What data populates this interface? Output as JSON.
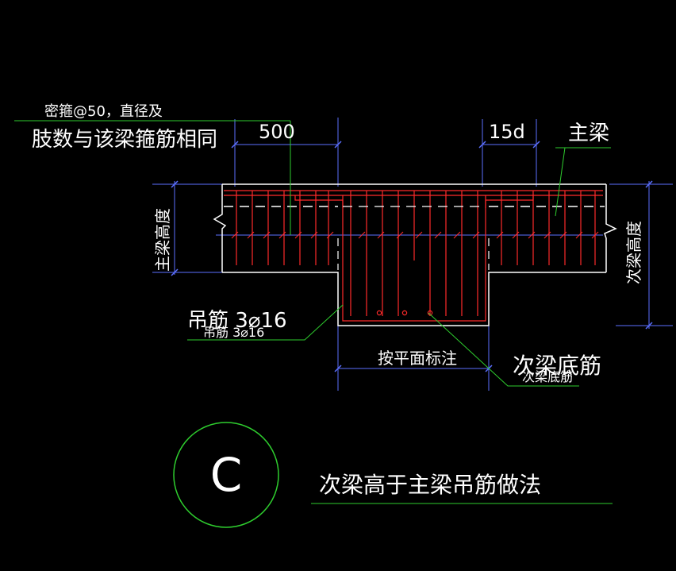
{
  "colors": {
    "background": "#000000",
    "text": "#ffffff",
    "dimension": "#5b6fff",
    "leader": "#2ecc2e",
    "rebar": "#ff2a2a",
    "outline": "#ffffff"
  },
  "annotations": {
    "stirrup_line1": "密箍@50，直径及",
    "stirrup_line2": "肢数与该梁箍筋相同",
    "main_beam": "主梁",
    "main_beam_height": "主梁高度",
    "secondary_beam_height": "次梁高度",
    "hanger_bar_large": "吊筋 3⌀16",
    "hanger_bar_small": "吊筋 3⌀16",
    "secondary_bottom_large": "次梁底筋",
    "secondary_bottom_small": "次梁底筋",
    "plan_marking": "按平面标注"
  },
  "dimensions": {
    "left": "500",
    "right": "15d"
  },
  "title": {
    "symbol": "C",
    "caption": "次梁高于主梁吊筋做法"
  }
}
